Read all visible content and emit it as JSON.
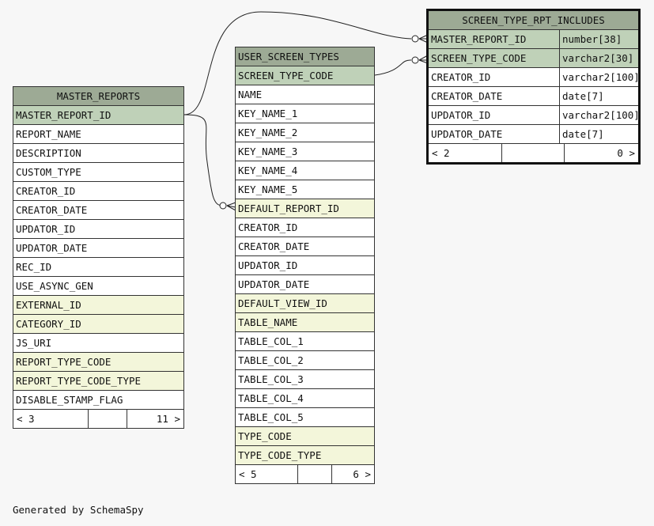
{
  "footer": "Generated by SchemaSpy",
  "tables": {
    "master_reports": {
      "name": "MASTER_REPORTS",
      "columns": [
        {
          "name": "MASTER_REPORT_ID",
          "kind": "pk"
        },
        {
          "name": "REPORT_NAME",
          "kind": ""
        },
        {
          "name": "DESCRIPTION",
          "kind": ""
        },
        {
          "name": "CUSTOM_TYPE",
          "kind": ""
        },
        {
          "name": "CREATOR_ID",
          "kind": ""
        },
        {
          "name": "CREATOR_DATE",
          "kind": ""
        },
        {
          "name": "UPDATOR_ID",
          "kind": ""
        },
        {
          "name": "UPDATOR_DATE",
          "kind": ""
        },
        {
          "name": "REC_ID",
          "kind": ""
        },
        {
          "name": "USE_ASYNC_GEN",
          "kind": ""
        },
        {
          "name": "EXTERNAL_ID",
          "kind": "fk"
        },
        {
          "name": "CATEGORY_ID",
          "kind": "fk"
        },
        {
          "name": "JS_URI",
          "kind": ""
        },
        {
          "name": "REPORT_TYPE_CODE",
          "kind": "fk"
        },
        {
          "name": "REPORT_TYPE_CODE_TYPE",
          "kind": "fk"
        },
        {
          "name": "DISABLE_STAMP_FLAG",
          "kind": ""
        }
      ],
      "footer_left": "< 3",
      "footer_right": "11 >"
    },
    "user_screen_types": {
      "name": "USER_SCREEN_TYPES",
      "columns": [
        {
          "name": "SCREEN_TYPE_CODE",
          "kind": "pk"
        },
        {
          "name": "NAME",
          "kind": ""
        },
        {
          "name": "KEY_NAME_1",
          "kind": ""
        },
        {
          "name": "KEY_NAME_2",
          "kind": ""
        },
        {
          "name": "KEY_NAME_3",
          "kind": ""
        },
        {
          "name": "KEY_NAME_4",
          "kind": ""
        },
        {
          "name": "KEY_NAME_5",
          "kind": ""
        },
        {
          "name": "DEFAULT_REPORT_ID",
          "kind": "fk"
        },
        {
          "name": "CREATOR_ID",
          "kind": ""
        },
        {
          "name": "CREATOR_DATE",
          "kind": ""
        },
        {
          "name": "UPDATOR_ID",
          "kind": ""
        },
        {
          "name": "UPDATOR_DATE",
          "kind": ""
        },
        {
          "name": "DEFAULT_VIEW_ID",
          "kind": "fk"
        },
        {
          "name": "TABLE_NAME",
          "kind": "fk"
        },
        {
          "name": "TABLE_COL_1",
          "kind": ""
        },
        {
          "name": "TABLE_COL_2",
          "kind": ""
        },
        {
          "name": "TABLE_COL_3",
          "kind": ""
        },
        {
          "name": "TABLE_COL_4",
          "kind": ""
        },
        {
          "name": "TABLE_COL_5",
          "kind": ""
        },
        {
          "name": "TYPE_CODE",
          "kind": "fk"
        },
        {
          "name": "TYPE_CODE_TYPE",
          "kind": "fk"
        }
      ],
      "footer_left": "< 5",
      "footer_right": "6 >"
    },
    "screen_type_rpt_includes": {
      "name": "SCREEN_TYPE_RPT_INCLUDES",
      "columns": [
        {
          "name": "MASTER_REPORT_ID",
          "type": "number[38]",
          "kind": "pk"
        },
        {
          "name": "SCREEN_TYPE_CODE",
          "type": "varchar2[30]",
          "kind": "pk"
        },
        {
          "name": "CREATOR_ID",
          "type": "varchar2[100]",
          "kind": ""
        },
        {
          "name": "CREATOR_DATE",
          "type": "date[7]",
          "kind": ""
        },
        {
          "name": "UPDATOR_ID",
          "type": "varchar2[100]",
          "kind": ""
        },
        {
          "name": "UPDATOR_DATE",
          "type": "date[7]",
          "kind": ""
        }
      ],
      "footer_left": "< 2",
      "footer_right": "0 >"
    }
  }
}
